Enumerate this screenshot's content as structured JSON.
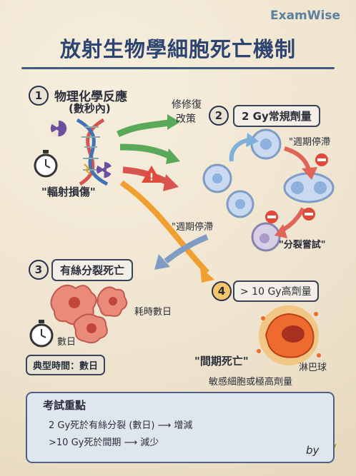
{
  "brand": "ExamWise",
  "title": "放射生物學細胞死亡機制",
  "step1": {
    "number": "1",
    "title_line1": "物理化學反應",
    "title_line2": "(數秒內)",
    "caption": "\"輻射損傷\""
  },
  "repair": {
    "line1": "修修復",
    "line2": "改策"
  },
  "step2": {
    "number": "2",
    "label": "2 Gy常規劑量",
    "arrest_top": "\"週期停滯",
    "arrest_left": "\"週期停滯",
    "mitosis_attempt": "\"分裂嘗試\""
  },
  "step3": {
    "number": "3",
    "label": "有絲分裂死亡",
    "time_desc": "耗時數日",
    "clock_label": "數日",
    "typical_time": "典型時間：數日"
  },
  "step4": {
    "number": "4",
    "label": "> 10 Gy高劑量",
    "death_name": "\"間期死亡\"",
    "lymph": "淋巴球",
    "sensitive": "敏感細胞或極高劑量"
  },
  "summary": {
    "title": "考試重點",
    "line1": "2 Gy死於有絲分裂 (數日) ⟶ 增減",
    "line2": ">10 Gy死於間期 ⟶ 減少"
  },
  "signature": "by"
}
